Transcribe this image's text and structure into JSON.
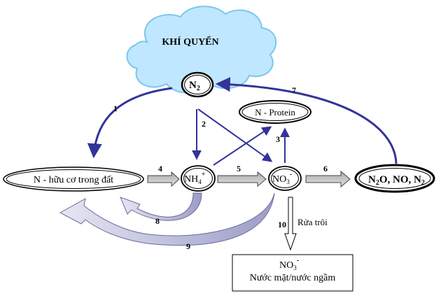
{
  "nodes": {
    "atmosphere": "KHÍ QUYỂN",
    "n2": {
      "main": "N",
      "sub": "2"
    },
    "n_protein": "N - Protein",
    "n_organic": "N - hữu cơ trong đất",
    "nh4": {
      "main": "NH",
      "sub": "4",
      "sup": "+"
    },
    "no3": {
      "main": "NO",
      "sub": "3",
      "sup": "-"
    },
    "gases": {
      "p1": "N",
      "s1": "2",
      "p2": "O, NO, N",
      "s2": "2"
    },
    "water": {
      "line1_main": "NO",
      "line1_sub": "3",
      "line1_sup": "-",
      "line2": "Nước mặt/nước ngầm"
    }
  },
  "labels": {
    "step1": "1",
    "step2": "2",
    "step3": "3",
    "step4": "4",
    "step5": "5",
    "step6": "6",
    "step7": "7",
    "step8": "8",
    "step9": "9",
    "step10": "10",
    "leaching": "Rửa trôi"
  },
  "colors": {
    "arrow_blue": "#333399",
    "cloud_fill": "#bfe7ff",
    "cloud_stroke": "#7cc6ea",
    "gray_arrow": "#c8c8c8",
    "return_arrow": "#c9c9df"
  }
}
